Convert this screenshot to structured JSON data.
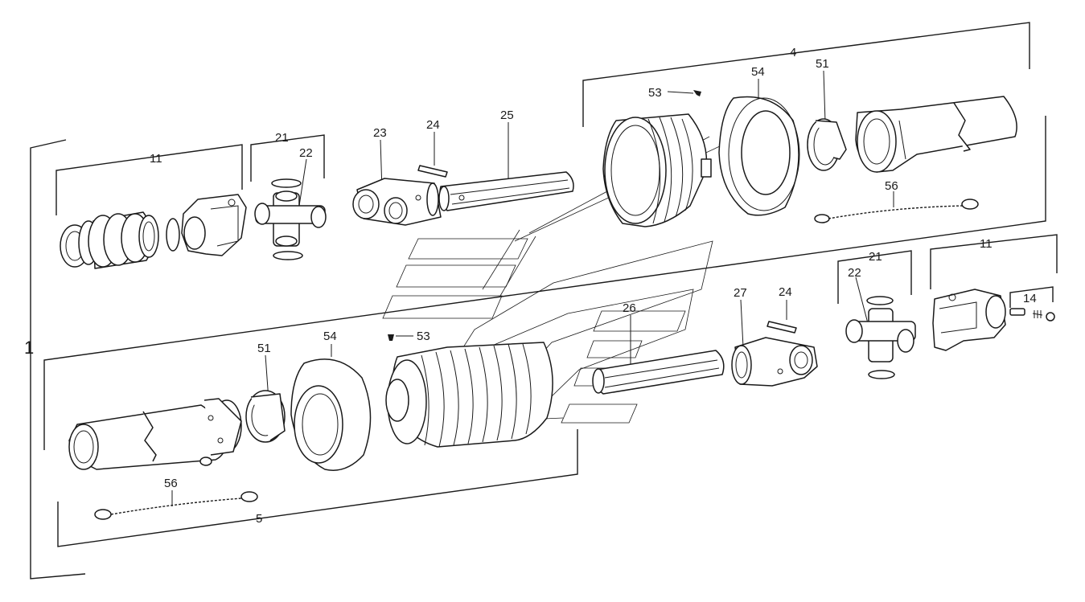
{
  "diagram": {
    "callouts": {
      "assembly": "1",
      "upper_half": "4",
      "lower_half": "5",
      "yoke_left": "11",
      "yoke_right": "11",
      "cross_set_left": "21",
      "cross_set_right": "21",
      "cross_left": "22",
      "cross_right": "22",
      "inner_yoke": "23",
      "pin_upper": "24",
      "pin_lower": "24",
      "inner_tube": "25",
      "outer_tube": "26",
      "inner_yoke_lower": "27",
      "screw_set": "14",
      "bearing_ring_upper": "51",
      "bearing_ring_lower": "51",
      "screw_upper": "53",
      "screw_lower": "53",
      "guard_cone_upper": "54",
      "guard_cone_lower": "54",
      "chain_upper": "56",
      "chain_lower": "56"
    }
  }
}
